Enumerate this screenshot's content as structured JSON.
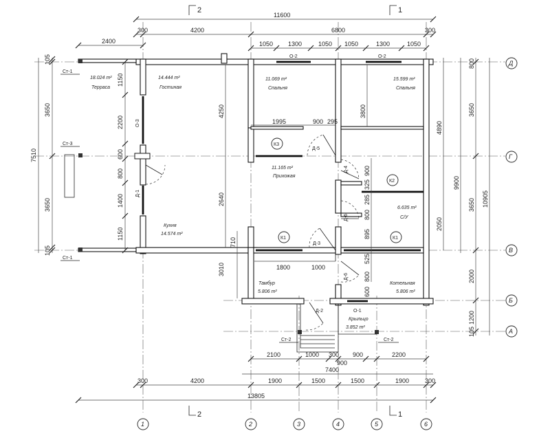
{
  "plan": {
    "dims_top": {
      "total": "11600",
      "row2": [
        "300",
        "4200",
        "6800",
        "300"
      ],
      "row3": [
        "1050",
        "1300",
        "1050",
        "1050",
        "1300",
        "1050"
      ],
      "terrace": "2400"
    },
    "dims_bottom": {
      "row1": [
        "2100",
        "1000",
        "300",
        "900",
        "2200"
      ],
      "row1_extra": "900",
      "sub_total": "7400",
      "row2": [
        "300",
        "4200",
        "1900",
        "1500",
        "1500",
        "1900",
        "300"
      ],
      "total": "13805"
    },
    "dims_left": {
      "total": "7510",
      "outer": [
        "105",
        "3650",
        "3650",
        "105"
      ],
      "inner": [
        "1150",
        "2200",
        "600",
        "800",
        "1400",
        "1150"
      ]
    },
    "dims_right": {
      "total": "10905",
      "a": [
        "800",
        "3650",
        "3650",
        "2000",
        "1200",
        "105"
      ],
      "b": "9900",
      "c": [
        "4890",
        "2050"
      ]
    },
    "dims_internal": {
      "d4250": "4250",
      "d2640": "2640",
      "d710": "710",
      "d3010": "3010",
      "d3800": "3800",
      "d1995": "1995",
      "d900a": "900",
      "d295": "295",
      "d900b": "900",
      "d325": "325",
      "d285": "285",
      "d800a": "800",
      "d895": "895",
      "d525": "525",
      "d800b": "800",
      "d600": "600",
      "d1800": "1800",
      "d1000": "1000"
    },
    "rooms": {
      "terrace": {
        "area": "18.024 m²",
        "name": "Терраса"
      },
      "living": {
        "area": "14.444 m²",
        "name": "Гостиная"
      },
      "bed1": {
        "area": "11.069 m²",
        "name": "Спальня"
      },
      "bed2": {
        "area": "15.599 m²",
        "name": "Спальня"
      },
      "hall": {
        "area": "11.165 m²",
        "name": "Прихожая"
      },
      "kitchen": {
        "name": "Кухня",
        "area": "14.574 m²"
      },
      "wc": {
        "area": "6.635 m²",
        "name": "С/У"
      },
      "vest": {
        "name": "Тамбур",
        "area": "5.806 m²"
      },
      "boiler": {
        "name": "Котельная",
        "area": "5.806 m²"
      },
      "porch": {
        "name": "Крыльцо",
        "area": "3.852 m²"
      }
    },
    "labels": {
      "st1_top": "Ст-1",
      "st3": "Ст-3",
      "st1_bot": "Ст-1",
      "st2_left": "Ст-2",
      "st2_right": "Ст-2",
      "o3": "О-3",
      "d1": "Д-1",
      "o2_left": "О-2",
      "o2_right": "О-2",
      "d5": "Д-5",
      "d4": "Д-4",
      "d6a": "Д-6",
      "d3": "Д-3",
      "d6b": "Д-6",
      "d2": "Д-2",
      "o1": "О-1",
      "k3": "К3",
      "k2": "К2",
      "k1a": "К1",
      "k1b": "К1"
    },
    "axes_v": [
      "1",
      "2",
      "3",
      "4",
      "5",
      "6"
    ],
    "axes_h": [
      "Д",
      "Г",
      "В",
      "Б",
      "А"
    ],
    "sections": {
      "top_left": "2",
      "top_right": "1",
      "bottom_left": "2",
      "bottom_right": "1"
    }
  }
}
